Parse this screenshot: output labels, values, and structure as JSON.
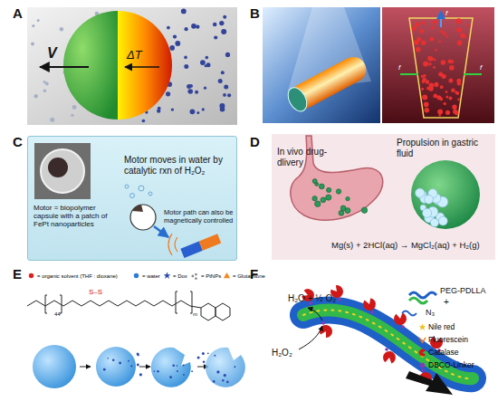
{
  "diagram": {
    "nodes": [
      {
        "text": [
          "Motor = biopolymer capsule with a patch of FePt nanoparticles",
          "Motor moves in water by catalytic rxn of H₂O₂",
          "Motor path can also be magnetically controlled"
        ]
      }
    ],
    "labels": [
      "A",
      "B",
      "C",
      "D",
      "E",
      "F",
      "V",
      "ΔT",
      "f",
      "f",
      "f",
      "In vivo drug-dlivery",
      "Propulsion in gastric fluid",
      "Mg(s) + 2HCl(aq) → MgCl₂(aq) + H₂(g)",
      "44",
      "S–S",
      "m",
      "H₂O₂",
      "H₂O + ½ O₂",
      "PEG-PDLLA",
      "+",
      "N₃"
    ],
    "legend": [
      {
        "text": "= organic solvent (THF : dioxane)"
      },
      {
        "text": "= water"
      },
      {
        "text": "= Dox"
      },
      {
        "text": "= PtNPs"
      },
      {
        "text": "= Glutathione"
      },
      {
        "text": "Nile red"
      },
      {
        "text": "Fluorescein"
      },
      {
        "text": "Catalase"
      },
      {
        "text": "DBCO-Linker"
      }
    ]
  }
}
